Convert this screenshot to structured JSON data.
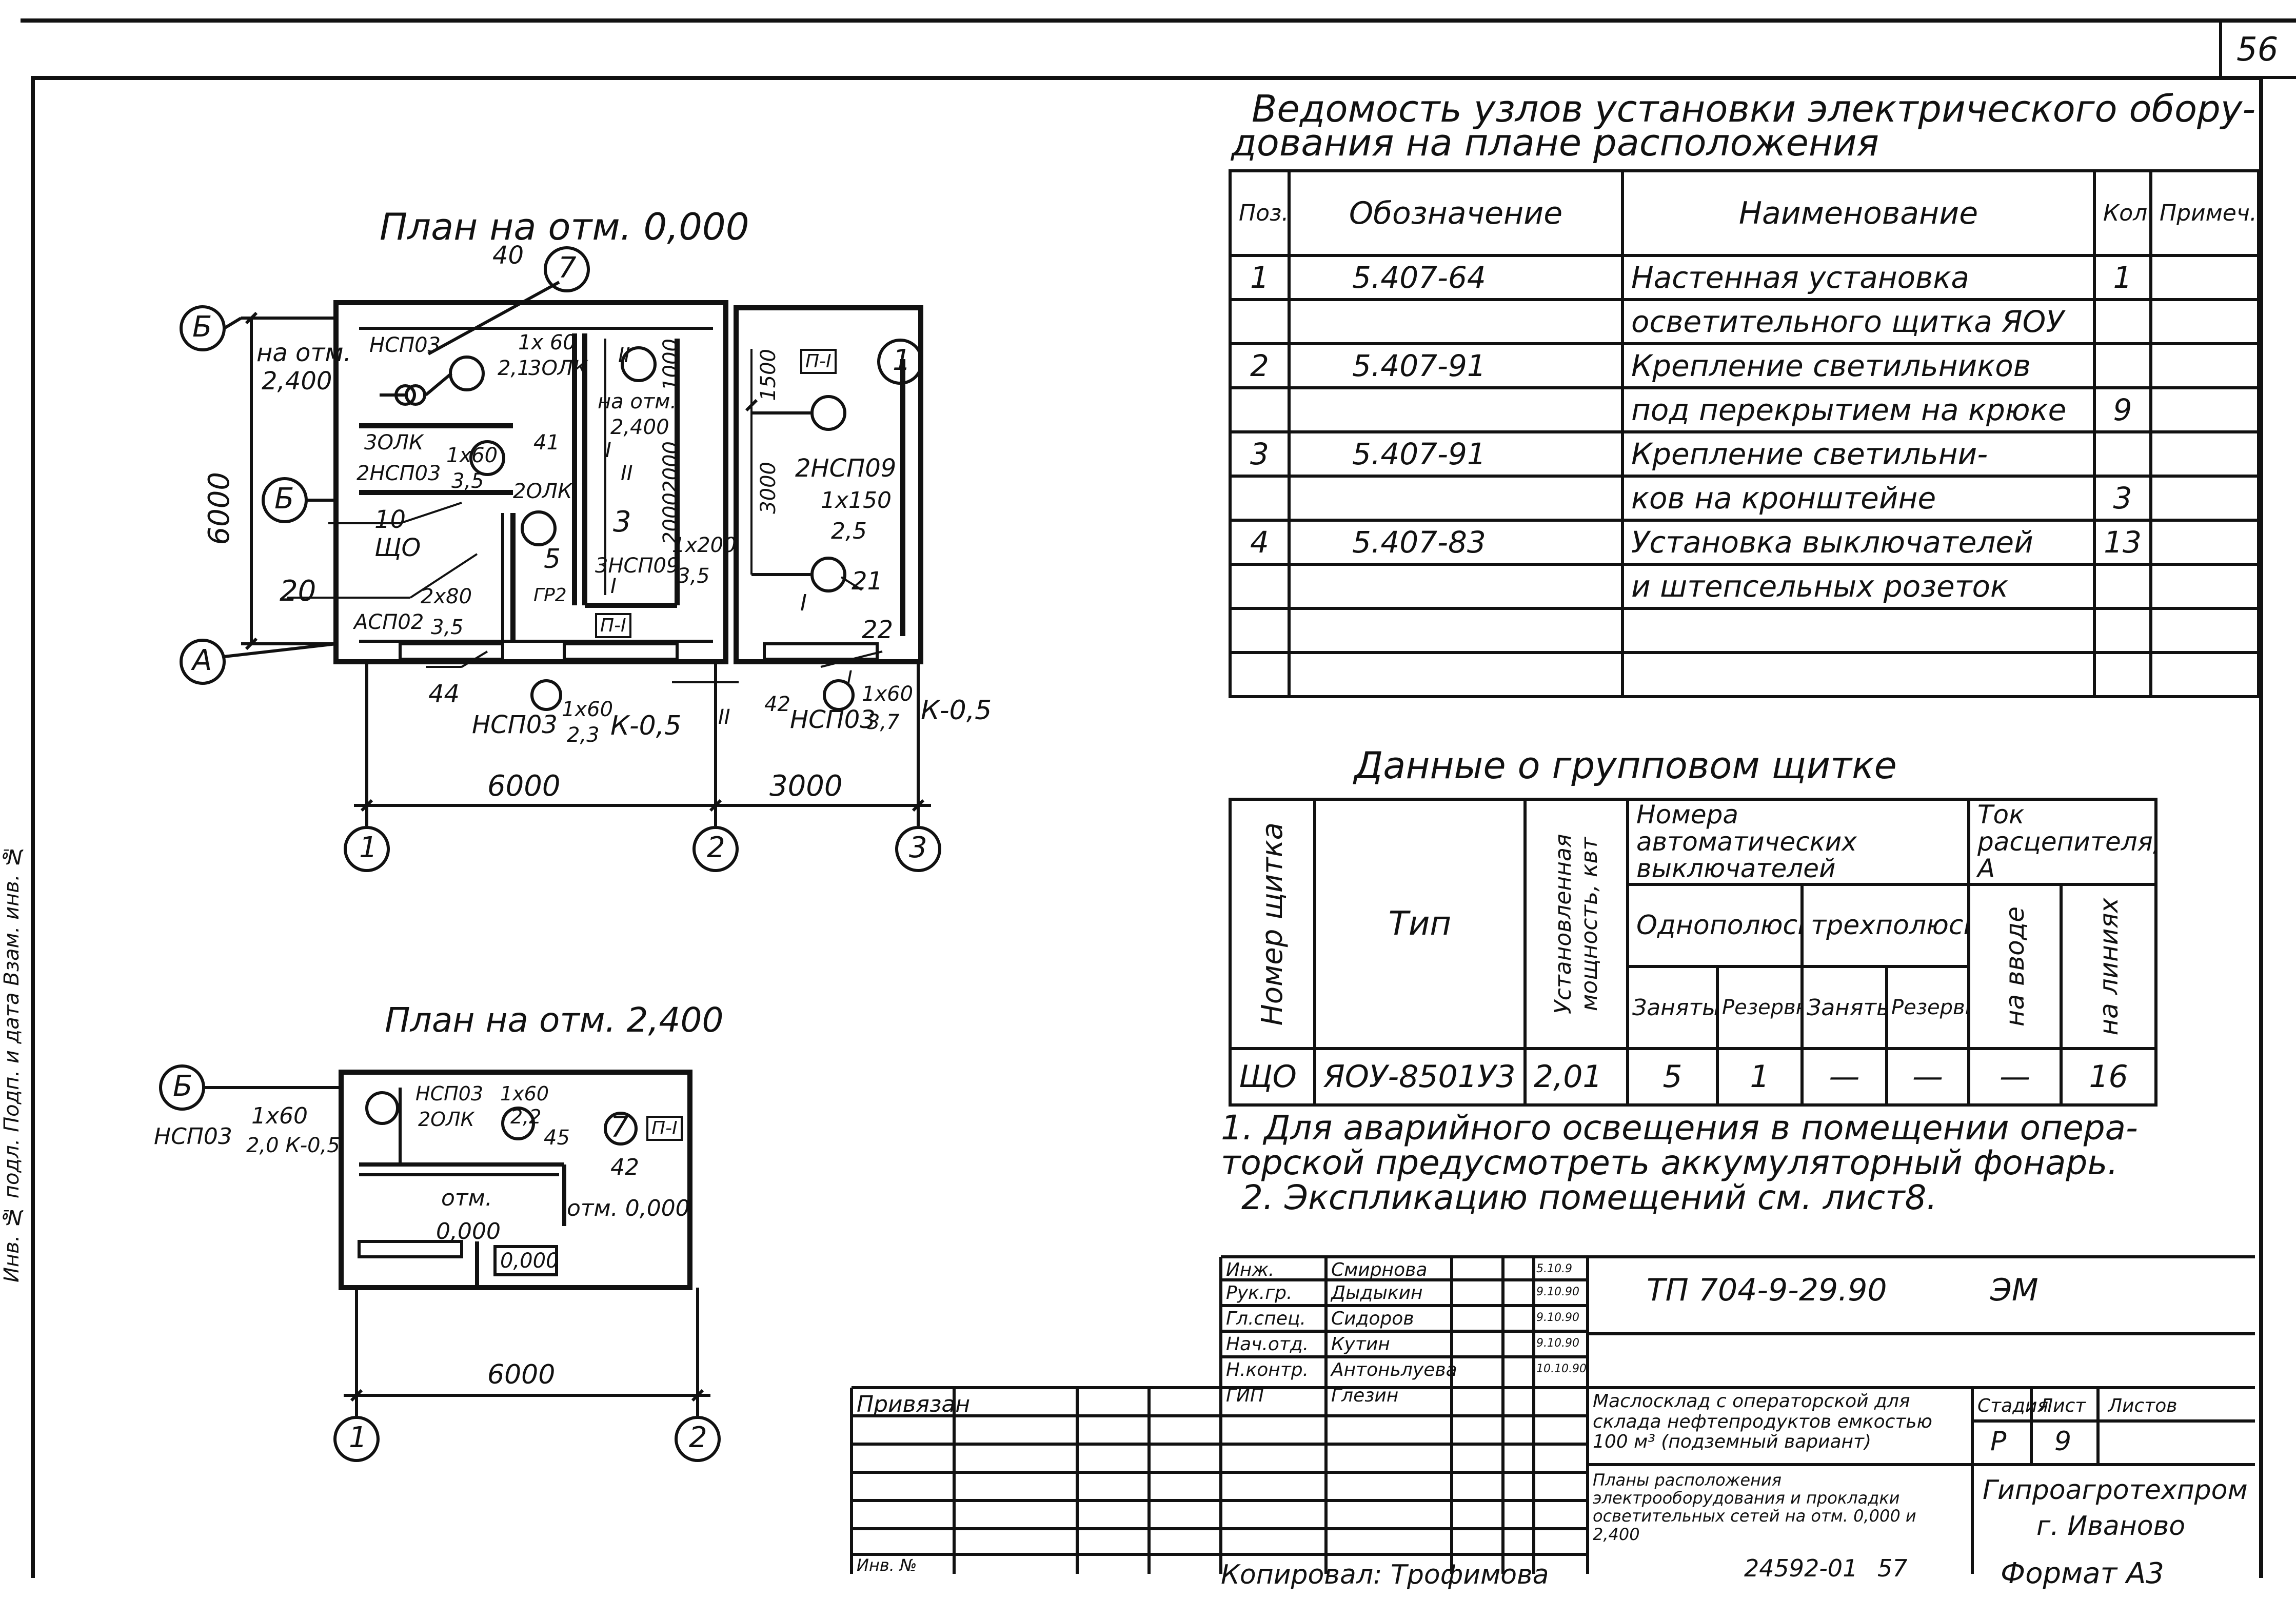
{
  "page_number": "56",
  "node_sheet": {
    "title_line1": "Ведомость узлов установки электрического обору-",
    "title_line2": "дования на плане расположения",
    "headers": [
      "Поз.",
      "Обозначение",
      "Наименование",
      "Кол",
      "Примеч."
    ],
    "rows": [
      [
        "1",
        "5.407-64",
        "Настенная установка",
        "1",
        ""
      ],
      [
        "",
        "",
        "осветительного щитка ЯОУ",
        "",
        ""
      ],
      [
        "2",
        "5.407-91",
        "Крепление светильников",
        "",
        ""
      ],
      [
        "",
        "",
        "под перекрытием на крюке",
        "9",
        ""
      ],
      [
        "3",
        "5.407-91",
        "Крепление светильни-",
        "",
        ""
      ],
      [
        "",
        "",
        "ков на кронштейне",
        "3",
        ""
      ],
      [
        "4",
        "5.407-83",
        "Установка выключателей",
        "13",
        ""
      ],
      [
        "",
        "",
        "и штепсельных розеток",
        "",
        ""
      ],
      [
        "",
        "",
        "",
        "",
        ""
      ],
      [
        "",
        "",
        "",
        "",
        ""
      ]
    ]
  },
  "panel_data": {
    "title": "Данные о групповом щитке",
    "h_number": "Номер щитка",
    "h_type": "Тип",
    "h_power": "Установленная мощность, квт",
    "h_breakers": "Номера автоматических выключателей",
    "h_single": "Однополюсные",
    "h_three": "трехполюсные",
    "h_current": "Ток расцепителя, А",
    "h_busy1": "Занятые",
    "h_reserve1": "Резервные",
    "h_busy3": "Занятые",
    "h_reserve3": "Резервные",
    "h_input": "на вводе",
    "h_lines": "на линиях",
    "row": {
      "number": "ЩО",
      "type": "ЯОУ-8501У3",
      "power": "2,01",
      "busy1": "5",
      "reserve1": "1",
      "busy3": "—",
      "reserve3": "—",
      "input": "—",
      "lines": "16"
    }
  },
  "notes": [
    "1. Для аварийного освещения в помещении опера-",
    "торской предусмотреть аккумуляторный фонарь.",
    "2. Экспликацию помещений см. лист8."
  ],
  "plan1": {
    "title": "План на отм. 0,000",
    "dim_6000_v": "6000",
    "dim_6000_h": "6000",
    "dim_3000_h": "3000",
    "axes": [
      "Б",
      "Б",
      "А",
      "1",
      "2",
      "3"
    ],
    "labels": {
      "na_otm": "на отм.",
      "na_otm_val": "2,400",
      "n40": "40",
      "c7": "7",
      "nepo3_top": "НСП03",
      "l1x60": "1x 60",
      "l21": "2,1",
      "l3olk": "3ОЛК",
      "l3olk2": "3ОЛК",
      "l2nepo3": "2НСП03",
      "l1x60b": "1x60",
      "l35": "3,5",
      "l41": "41",
      "l2olk": "2ОЛК",
      "l10": "10",
      "lscho": "ЩО",
      "l20": "20",
      "l2x80": "2x80",
      "lacpo2": "АСП02",
      "l35b": "3,5",
      "l44": "44",
      "lnepo3b": "НСП03",
      "l1x60c": "1x60",
      "l23": "2,3",
      "lk05": "К-0,5",
      "room_na_otm": "на отм.",
      "room_2400": "2,400",
      "l1000": "1000",
      "l2000": "2000",
      "l2000b": "2000",
      "lII": "II",
      "lI": "I",
      "lII2": "II",
      "c3": "3",
      "l3nepo9": "3НСП09",
      "lI2": "I",
      "l1x200": "1x200",
      "l35c": "3,5",
      "c5": "5",
      "ltr2": "ГР2",
      "pi1": "П-I",
      "c1": "1",
      "pi1b": "П-I",
      "l1500": "1500",
      "l3000v": "3000",
      "l2nepo9": "2НСП09",
      "l1x150": "1x150",
      "l25": "2,5",
      "l21b": "21",
      "lI3": "I",
      "l22": "22",
      "lI4": "I",
      "l1x60d": "1x60",
      "l37": "3,7",
      "lk05b": "К-0,5",
      "lnepo3c": "НСП03",
      "l42": "42",
      "lII3": "II"
    }
  },
  "plan2": {
    "title": "План на отм. 2,400",
    "dim_6000": "6000",
    "axes": [
      "Б",
      "1",
      "2"
    ],
    "labels": {
      "nepo3": "НСП03",
      "l1x60": "1x60",
      "l20k05": "2,0 К-0,5",
      "nepo3b": "НСП03",
      "l2olk": "2ОЛК",
      "l1x60b": "1x60",
      "l22": "2,2",
      "l45": "45",
      "c7": "7",
      "pi1": "П-I",
      "l42": "42",
      "otm1": "отм.",
      "otm1v": "0,000",
      "otm2": "отм. 0,000",
      "box": "0,000"
    }
  },
  "stamp": {
    "roles": [
      "Инж.",
      "Рук.гр.",
      "Гл.спец.",
      "Нач.отд.",
      "Н.контр.",
      "ГИП"
    ],
    "names": [
      "Смирнова",
      "Дыдыкин",
      "Сидоров",
      "Кутин",
      "Антоньлуева",
      "Глезин"
    ],
    "dates": [
      "5.10.9",
      "9.10.90",
      "9.10.90",
      "9.10.90",
      "10.10.90",
      ""
    ],
    "doc_code": "ТП 704-9-29.90",
    "doc_mark": "ЭМ",
    "object": "Маслосклад с операторской для склада нефтепродуктов емкостью 100 м³ (подземный вариант)",
    "sheet_title": "Планы расположения электрооборудования и прокладки осветительных сетей на отм. 0,000 и 2,400",
    "h_stage": "Стадия",
    "h_sheet": "Лист",
    "h_sheets": "Листов",
    "stage": "Р",
    "sheet": "9",
    "sheets": "",
    "org1": "Гипроагротехпром",
    "org2": "г. Иваново",
    "privyazan": "Привязан",
    "inv": "Инв. №"
  },
  "footer": {
    "copied": "Копировал: Трофимова",
    "code": "24592-01",
    "num": "57",
    "format": "Формат А3"
  },
  "side_text": "Инв. № подл. Подп. и дата Взам. инв. №"
}
